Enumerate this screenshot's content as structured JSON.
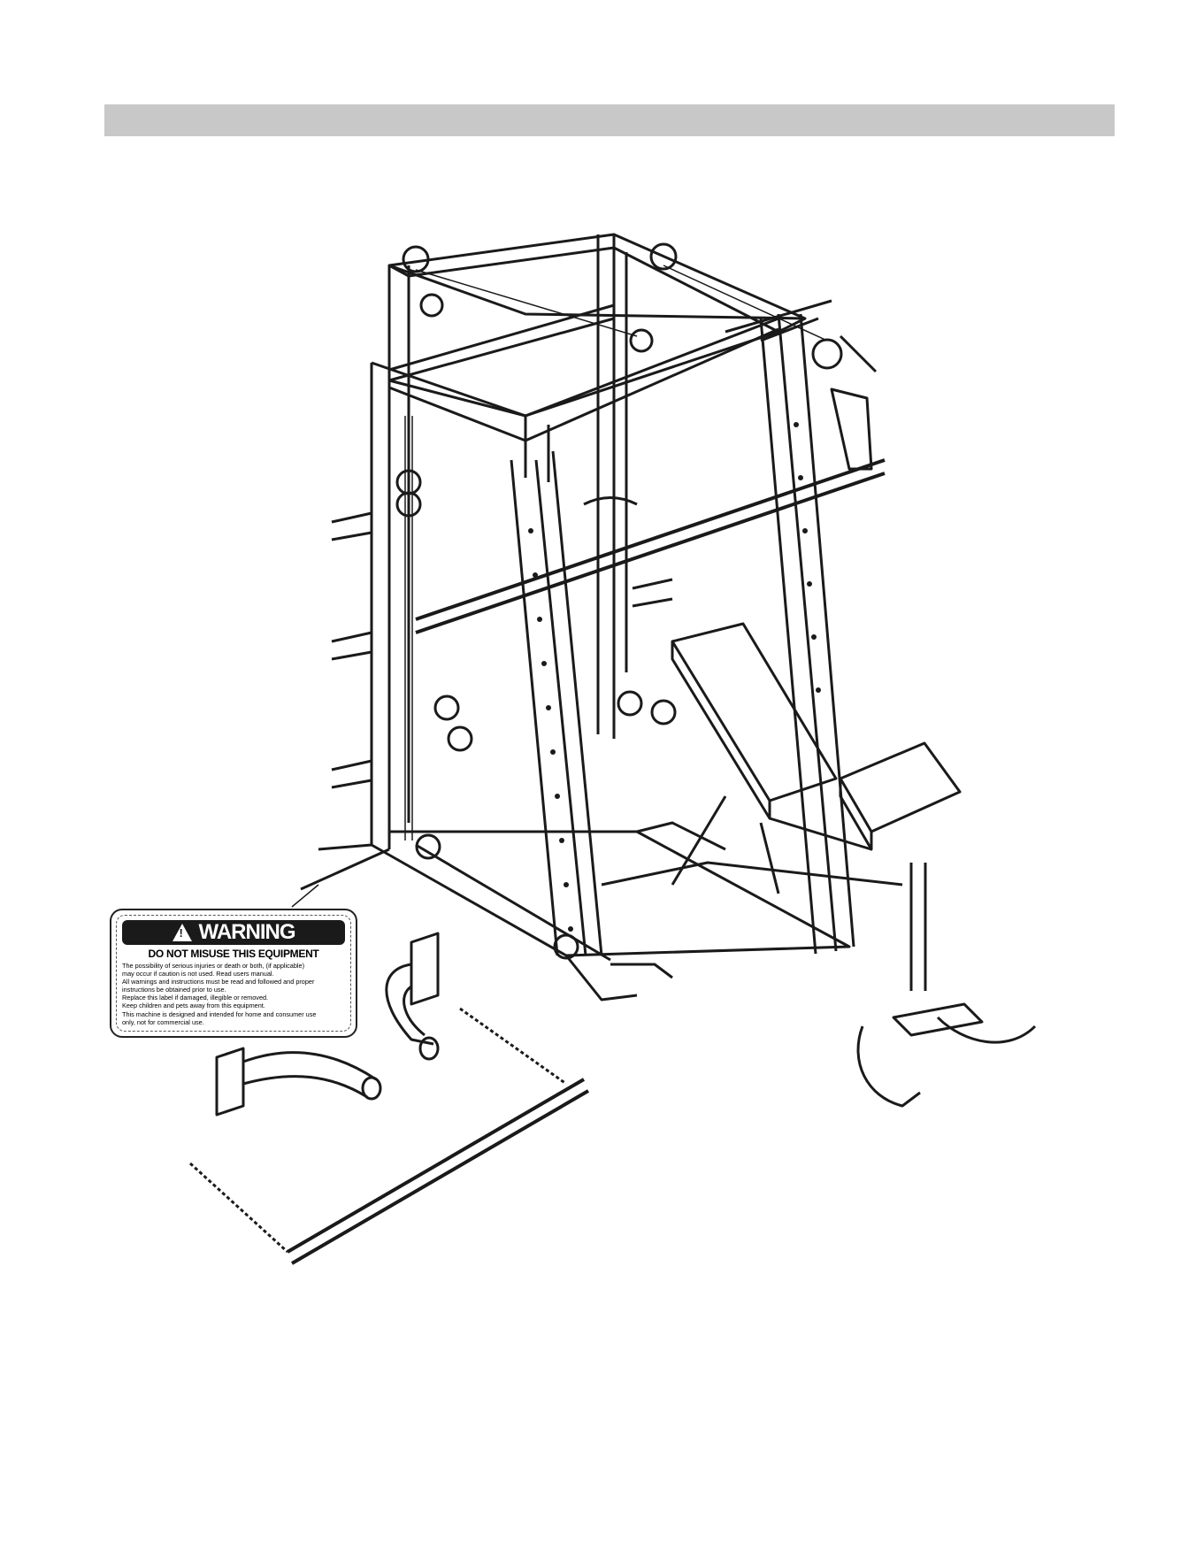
{
  "document": {
    "header_bar_color": "#c8c8c8",
    "line_color": "#1a1a1a"
  },
  "warning_label": {
    "icon": "warning-triangle-icon",
    "title": "WARNING",
    "subtitle": "DO NOT MISUSE THIS EQUIPMENT",
    "lines": [
      "The possibility of serious injuries or death or both, (if applicable)",
      "may occur if caution is not used. Read users manual.",
      "All warnings and instructions must be read and followed and proper",
      "instructions be obtained prior to use.",
      "Replace this label if damaged, illegible or removed.",
      "Keep children and pets away from this equipment.",
      "This machine is designed and intended for home and consumer use",
      "only, not for commercial use."
    ]
  }
}
